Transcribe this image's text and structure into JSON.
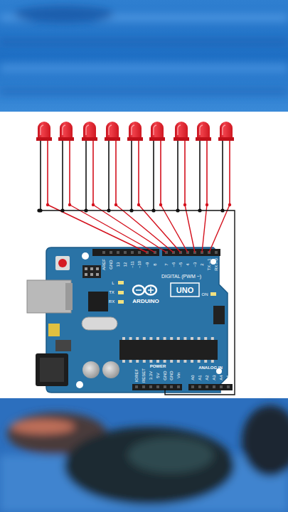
{
  "diagram": {
    "labels": [
      "AREF",
      "GND",
      "13",
      "12",
      "~11",
      "~10",
      "~9",
      "8",
      "7",
      "~6",
      "~5",
      "4",
      "~3",
      "2",
      "TX→1",
      "RX←0",
      "DIGITAL (PWM ~)",
      "L",
      "TX",
      "RX",
      "ON",
      "ARDUINO",
      "UNO",
      "IOREF",
      "RESET",
      "3.3V",
      "5V",
      "GND",
      "GND",
      "Vin",
      "POWER",
      "A0",
      "A1",
      "A2",
      "A3",
      "A4",
      "A5",
      "ANALOG IN"
    ]
  }
}
